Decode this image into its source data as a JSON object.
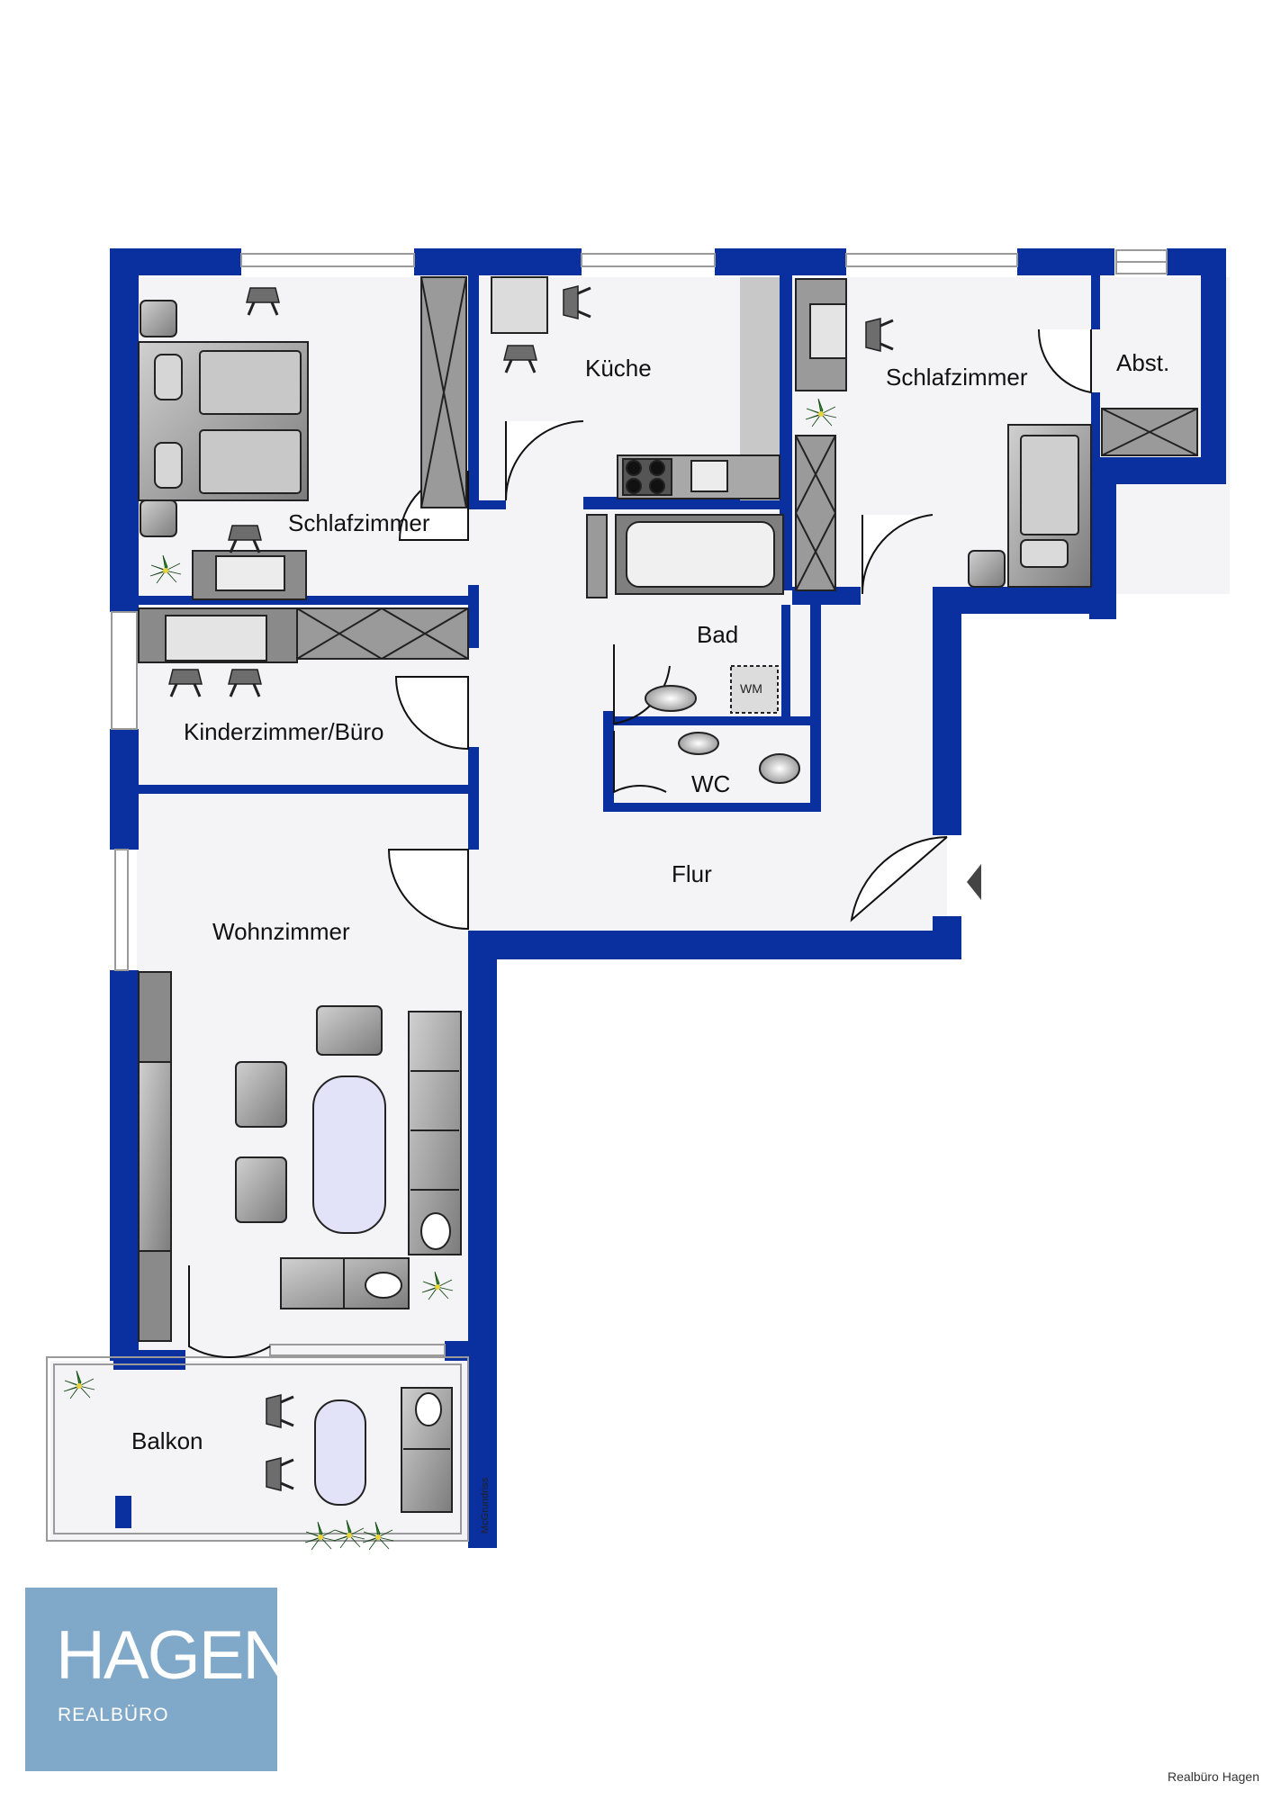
{
  "rooms": {
    "schlafzimmer_1": "Schlafzimmer",
    "kueche": "Küche",
    "schlafzimmer_2": "Schlafzimmer",
    "abst": "Abst.",
    "bad": "Bad",
    "wm": "WM",
    "kinderzimmer": "Kinderzimmer/Büro",
    "wc": "WC",
    "flur": "Flur",
    "wohnzimmer": "Wohnzimmer",
    "balkon": "Balkon"
  },
  "drawing_credit": "McGrundriss",
  "logo": {
    "name": "HAGEN",
    "subtitle": "REALBÜRO"
  },
  "footer_credit": "Realbüro Hagen",
  "colors": {
    "wall": "#0a2f9e",
    "floor": "#f4f4f6",
    "furniture": "#8a8a8a",
    "furniture_light": "#c4c4c4",
    "table": "#e4e4f6",
    "plant": "#2e8b2e",
    "logo_bg": "#7fa8c9"
  },
  "icons": [
    "entrance-arrow-icon",
    "plant-icon",
    "chair-icon",
    "door-swing-icon"
  ]
}
